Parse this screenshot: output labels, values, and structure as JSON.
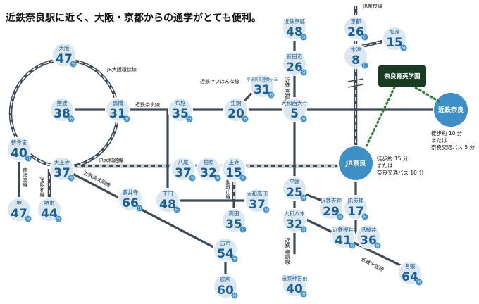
{
  "headline": "近鉄奈良駅に近く、大阪・京都からの通学がとても便利。",
  "minute_unit": "分",
  "stations": [
    {
      "id": "osaka",
      "name": "大阪",
      "minutes": "47"
    },
    {
      "id": "tsuruhashi",
      "name": "鶴橋",
      "minutes": "31"
    },
    {
      "id": "namba",
      "name": "難波",
      "minutes": "38"
    },
    {
      "id": "shinimamiya",
      "name": "新今宮",
      "minutes": "40"
    },
    {
      "id": "tennoji",
      "name": "天王寺",
      "minutes": "37"
    },
    {
      "id": "sakai",
      "name": "堺",
      "minutes": "47"
    },
    {
      "id": "sakaishi",
      "name": "堺市",
      "minutes": "44"
    },
    {
      "id": "fujiidera",
      "name": "藤井寺",
      "minutes": "66"
    },
    {
      "id": "furuichi",
      "name": "古市",
      "minutes": "54"
    },
    {
      "id": "gose",
      "name": "御所",
      "minutes": "60"
    },
    {
      "id": "fuse",
      "name": "布施",
      "minutes": "35"
    },
    {
      "id": "yao",
      "name": "八尾",
      "minutes": "37"
    },
    {
      "id": "kashiwara",
      "name": "柏原",
      "minutes": "32"
    },
    {
      "id": "shimoda",
      "name": "下田",
      "minutes": "48"
    },
    {
      "id": "oji",
      "name": "王寺",
      "minutes": "15"
    },
    {
      "id": "yamatotakada",
      "name": "大和高田",
      "minutes": "37"
    },
    {
      "id": "takada",
      "name": "高田",
      "minutes": "35"
    },
    {
      "id": "ikoma",
      "name": "生駒",
      "minutes": "20"
    },
    {
      "id": "gakkenkitaikoma",
      "name": "学研奈良登美ヶ丘",
      "minutes": "31"
    },
    {
      "id": "yamatosaidaiji",
      "name": "大和西大寺",
      "minutes": "5"
    },
    {
      "id": "shintanabe",
      "name": "新田辺",
      "minutes": "26"
    },
    {
      "id": "kintetsukyoto",
      "name": "近鉄京都",
      "minutes": "48"
    },
    {
      "id": "kyoto",
      "name": "京都",
      "minutes": "26"
    },
    {
      "id": "kamo",
      "name": "加茂",
      "minutes": "15"
    },
    {
      "id": "kizu",
      "name": "木津",
      "minutes": "8"
    },
    {
      "id": "hiranomachi",
      "name": "平端",
      "minutes": "25"
    },
    {
      "id": "yamatoyagi",
      "name": "大和八木",
      "minutes": "32"
    },
    {
      "id": "kashiharajingumae",
      "name": "橿原神宮前",
      "minutes": "40"
    },
    {
      "id": "kintetsutenri",
      "name": "近鉄天理",
      "minutes": "29"
    },
    {
      "id": "jrtenri",
      "name": "JR天理",
      "minutes": "17"
    },
    {
      "id": "kintetsusakurai",
      "name": "近鉄桜井",
      "minutes": "41"
    },
    {
      "id": "jrsakurai",
      "name": "JR桜井",
      "minutes": "36"
    },
    {
      "id": "nabari",
      "name": "名張",
      "minutes": "64"
    }
  ],
  "hubs": {
    "kintetsu_nara": "近鉄奈良",
    "jr_nara": "JR奈良"
  },
  "school": "奈良育英学園",
  "notes": {
    "kintetsu": [
      "徒歩約 10 分",
      "または",
      "奈良交通バス 5 分"
    ],
    "jr": [
      "徒歩約 15 分",
      "または",
      "奈良交通バス 10 分"
    ]
  },
  "line_labels": {
    "jr_nara_line": "JR奈良線",
    "jr_osaka_loop": "JR大阪環状線",
    "kintetsu_nara_line": "近鉄奈良線",
    "kintetsu_keihanna": "近鉄けいはんな線",
    "kintetsu_kyoto": "近鉄 京都線",
    "jr_yamatoji": "JR大和路線",
    "kintetsu_minami_osaka": "近鉄南大阪線",
    "nankai": "南海本線",
    "hanwa": "JR阪和線",
    "wakayama": "JR和歌山線",
    "kintetsu_kashihara": "近鉄 橿原線",
    "kintetsu_osaka": "近鉄大阪線"
  },
  "colors": {
    "station_fill": "#dbe7f1",
    "station_text": "#1a5d8f",
    "unit_badge": "#3d8fc5",
    "hub_fill": "#3d8fc5",
    "school_fill": "#173c22",
    "dots": "#2e7d32",
    "line": "#3d4a55"
  }
}
